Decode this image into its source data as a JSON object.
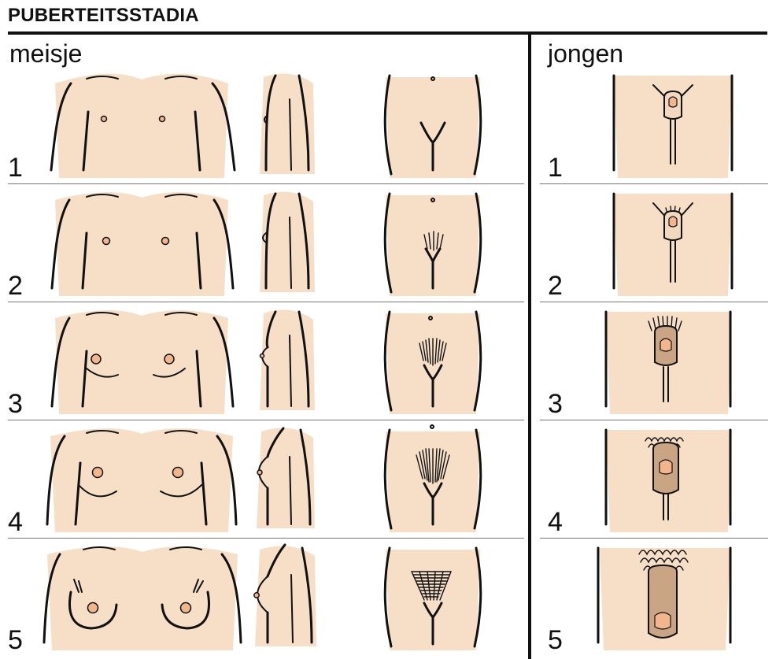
{
  "title": "PUBERTEITSSTADIA",
  "sections": {
    "girl_label": "meisje",
    "boy_label": "jongen"
  },
  "stages": [
    {
      "girl": "1",
      "boy": "1"
    },
    {
      "girl": "2",
      "boy": "2"
    },
    {
      "girl": "3",
      "boy": "3"
    },
    {
      "girl": "4",
      "boy": "4"
    },
    {
      "girl": "5",
      "boy": "5"
    }
  ],
  "colors": {
    "skin": "#f6dcc2",
    "ink": "#111111",
    "nipple": "#f3b58c",
    "scrotum_dark": "#c9a583"
  }
}
